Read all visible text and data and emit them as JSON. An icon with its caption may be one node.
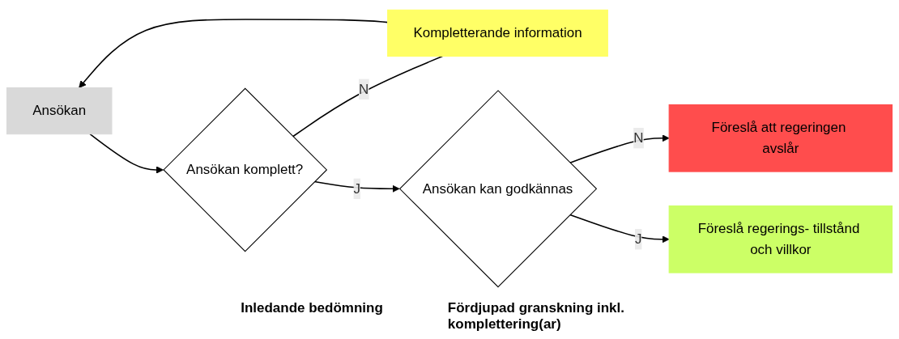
{
  "diagram": {
    "nodes": [
      {
        "text": [
          "Ansökan"
        ]
      },
      {
        "text": [
          "Kompletterande information"
        ]
      },
      {
        "text": [
          "Ansökan komplett?"
        ]
      },
      {
        "text": [
          "Ansökan kan godkännas"
        ]
      },
      {
        "text": [
          "Föreslå att regeringen avslår"
        ]
      },
      {
        "text": [
          "Föreslå regerings- tillstånd och villkor"
        ]
      }
    ],
    "edges": [
      {
        "from": 0,
        "to": 2,
        "arrow": "to"
      },
      {
        "from": 2,
        "to": 1,
        "arrow": "none",
        "label": "N"
      },
      {
        "from": 1,
        "to": 0,
        "arrow": "to"
      },
      {
        "from": 2,
        "to": 3,
        "arrow": "to",
        "label": "J"
      },
      {
        "from": 3,
        "to": 4,
        "arrow": "to",
        "label": "N"
      },
      {
        "from": 3,
        "to": 5,
        "arrow": "to",
        "label": "J"
      }
    ],
    "labels": [
      "Inledande bedömning",
      "Fördjupad granskning inkl. komplettering(ar)"
    ]
  }
}
